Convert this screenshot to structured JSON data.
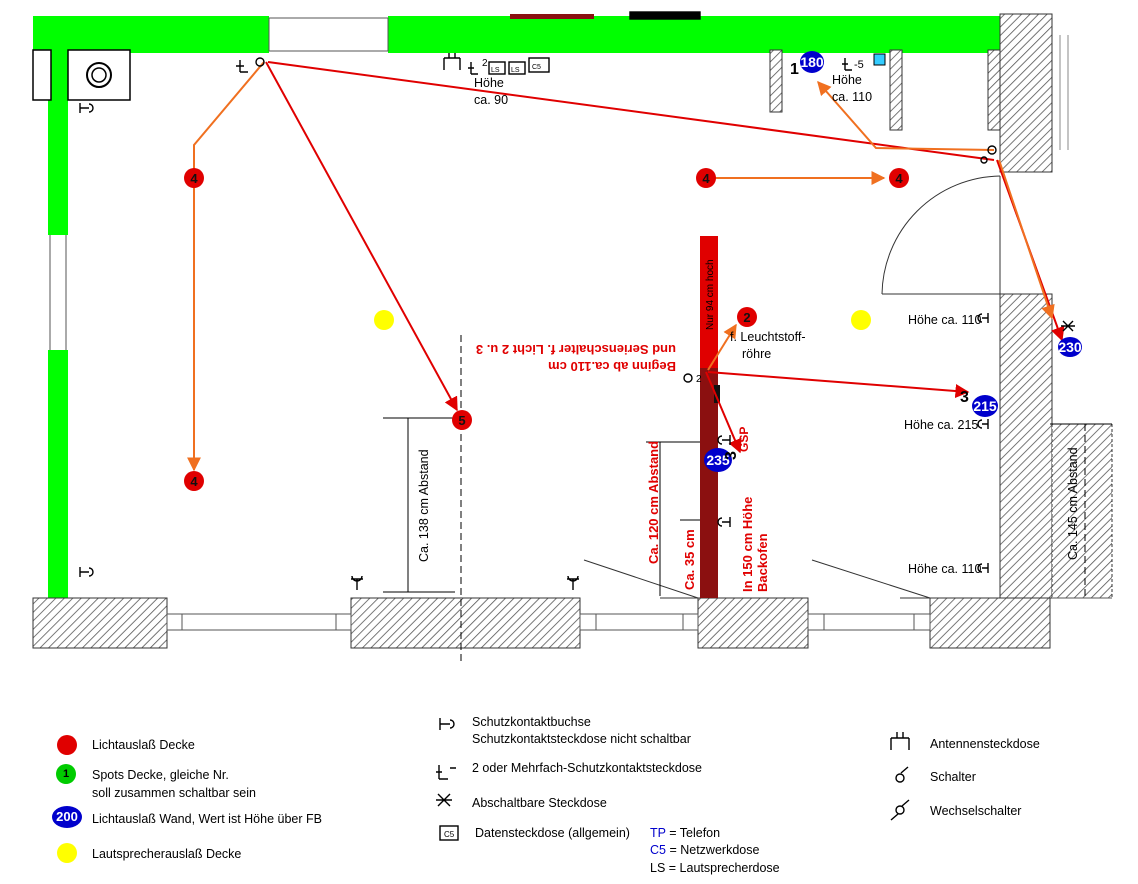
{
  "colors": {
    "wall_green": "#00ff00",
    "hatch": "#555555",
    "light_red": "#e00000",
    "wire_orange": "#f07020",
    "wire_red": "#e00000",
    "wall_blue_marker": "#0000cc",
    "speaker_yellow": "#ffff00",
    "column_red": "#e00000",
    "column_dark": "#8b1010"
  },
  "markers": {
    "light4": "4",
    "light2": "2",
    "light5": "5",
    "spot1": "1",
    "wall180": "180",
    "wall230": "230",
    "wall215": "215",
    "wall235": "235",
    "num3a": "3",
    "num3b": "3",
    "num2": "2",
    "num5": "-5",
    "num2b": "2"
  },
  "annotations": {
    "hoehe_90_a": "Höhe",
    "hoehe_90_b": "ca. 90",
    "hoehe_110_a": "Höhe",
    "hoehe_110_b": "ca. 110",
    "hoehe_110_r1": "Höhe ca. 110",
    "hoehe_215": "Höhe ca. 215",
    "hoehe_110_r2": "Höhe ca. 110",
    "leucht_a": "f. Leuchtstoff-",
    "leucht_b": "röhre",
    "nur94": "Nur 94 cm hoch",
    "beginn_a": "Beginn ab ca.110 cm",
    "beginn_b": "und Serienschalter f. Licht 2 u. 3",
    "gsp": "GSP",
    "abstand138": "Ca. 138 cm Abstand",
    "abstand120": "Ca. 120 cm Abstand",
    "abstand35": "Ca. 35 cm",
    "backofen_a": "In 150 cm Höhe",
    "backofen_b": "Backofen",
    "abstand145": "Ca. 145 cm Abstand",
    "ls1": "LS",
    "ls2": "LS",
    "c5": "C5"
  },
  "legend": {
    "light_ceiling": "Lichtauslaß Decke",
    "spots_num": "1",
    "spots_a": "Spots Decke, gleiche Nr.",
    "spots_b": "soll zusammen schaltbar sein",
    "wall_num": "200",
    "wall_light": "Lichtauslaß Wand, Wert ist Höhe über FB",
    "speaker": "Lautsprecherauslaß Decke",
    "schuko_a": "Schutzkontaktbuchse",
    "schuko_b": "Schutzkontaktsteckdose nicht schaltbar",
    "multi": "2 oder Mehrfach-Schutzkontaktsteckdose",
    "switched": "Abschaltbare Steckdose",
    "data_c5": "C5",
    "data": "Datensteckdose (allgemein)",
    "tp_key": "TP",
    "tp_val": " = Telefon",
    "c5_key": "C5",
    "c5_val": " = Netzwerkdose",
    "ls_key": "LS",
    "ls_val": " = Lautsprecherdose",
    "antenna": "Antennensteckdose",
    "switch": "Schalter",
    "changeover": "Wechselschalter"
  }
}
